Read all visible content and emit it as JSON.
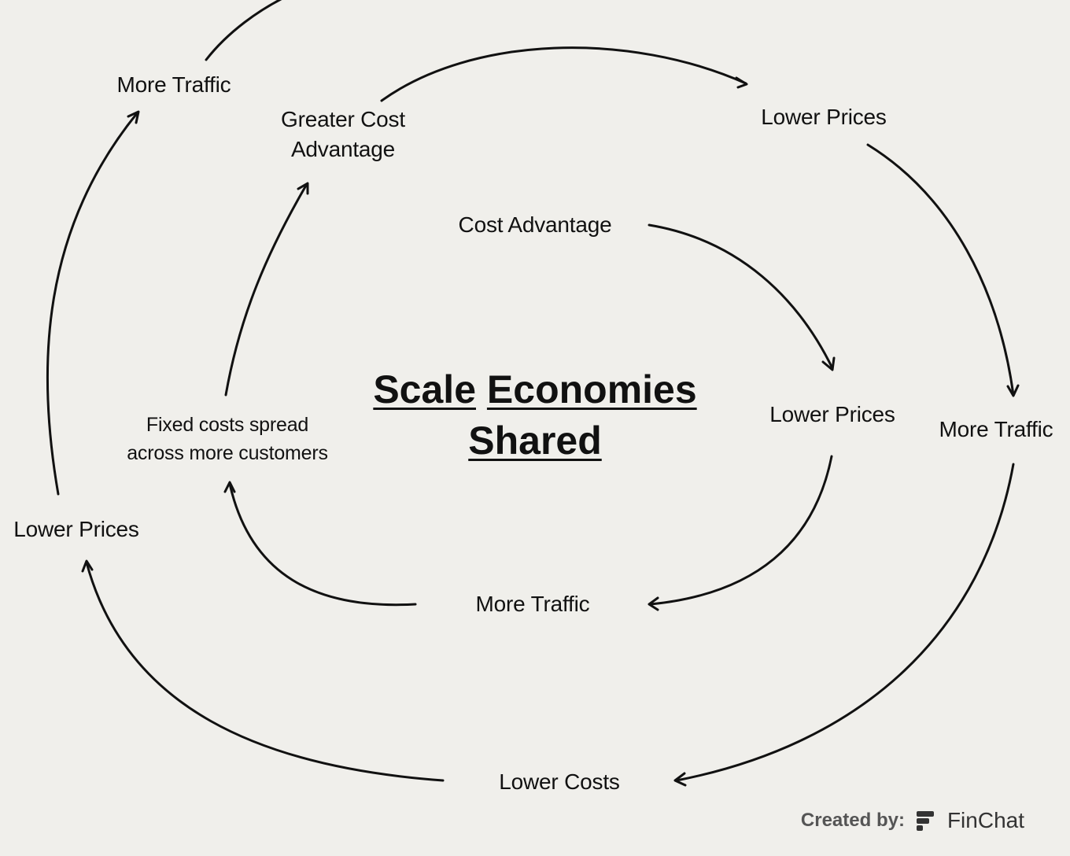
{
  "title": {
    "line1_word1": "Scale",
    "line1_word2": "Economies",
    "line2": "Shared"
  },
  "inner_cycle": {
    "cost_advantage": "Cost Advantage",
    "lower_prices": "Lower Prices",
    "more_traffic": "More Traffic",
    "fixed_costs_line1": "Fixed costs spread",
    "fixed_costs_line2": "across more customers"
  },
  "middle_cycle": {
    "greater_cost_line1": "Greater Cost",
    "greater_cost_line2": "Advantage",
    "lower_prices": "Lower Prices",
    "more_traffic": "More Traffic",
    "lower_costs": "Lower Costs"
  },
  "outer_cycle": {
    "lower_prices": "Lower Prices",
    "more_traffic": "More Traffic"
  },
  "credit": {
    "label": "Created by:",
    "brand": "FinChat",
    "logo_icon": "finchat-logo-icon"
  }
}
